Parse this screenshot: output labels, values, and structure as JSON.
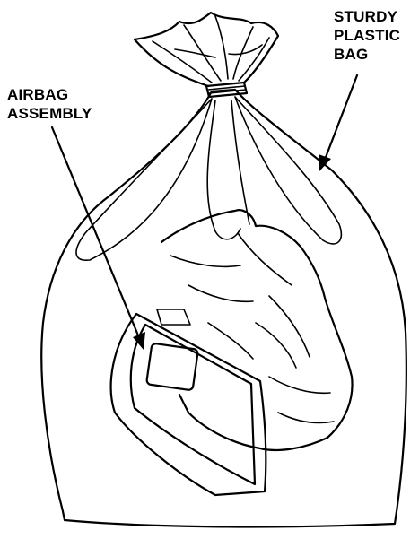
{
  "labels": {
    "bag": [
      "STURDY",
      "PLASTIC",
      "BAG"
    ],
    "airbag": [
      "AIRBAG",
      "ASSEMBLY"
    ]
  }
}
